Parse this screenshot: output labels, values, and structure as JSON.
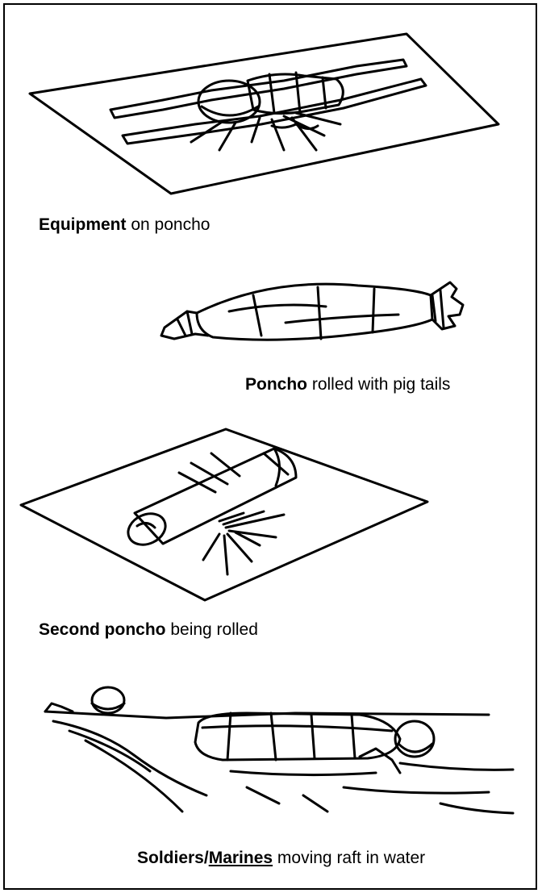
{
  "panels": [
    {
      "caption_bold": "Equipment",
      "caption_rest": " on poncho"
    },
    {
      "caption_bold": "Poncho",
      "caption_rest": " rolled with pig tails"
    },
    {
      "caption_bold": "Second poncho",
      "caption_rest": " being rolled"
    },
    {
      "caption_bold": "Soldiers/",
      "caption_underlined": "Marines",
      "caption_rest": " moving raft in water"
    }
  ],
  "colors": {
    "ink": "#000000",
    "paper": "#ffffff"
  }
}
